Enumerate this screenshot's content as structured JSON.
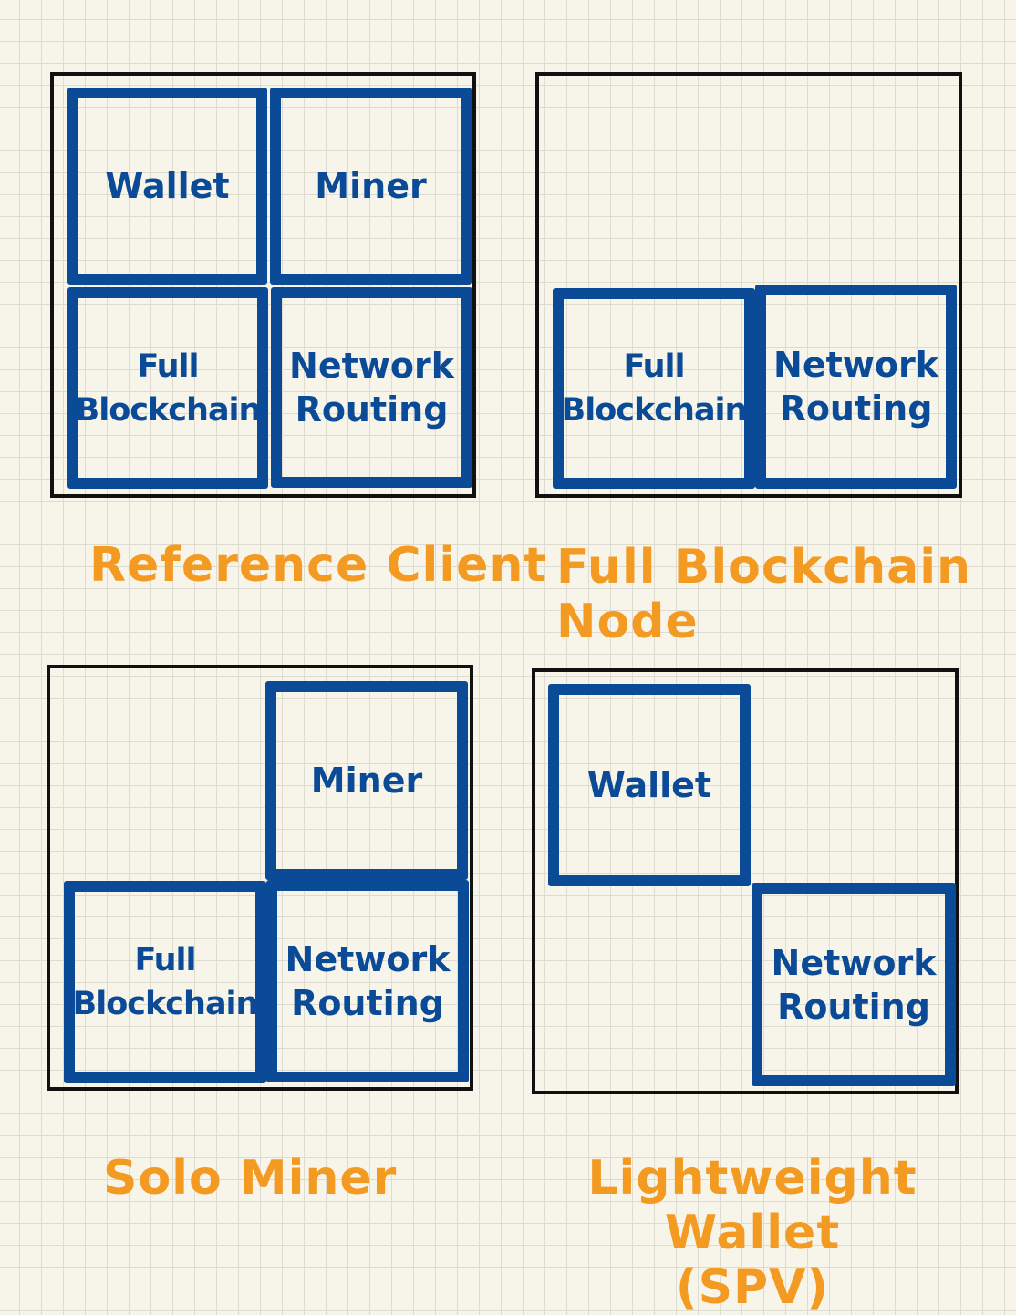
{
  "colors": {
    "component_border": "#0b4a97",
    "component_text": "#0b4a97",
    "panel_border": "#111111",
    "caption_text": "#f39a22",
    "paper": "#f7f5ea",
    "grid": "#dedbd0"
  },
  "panels": {
    "reference_client": {
      "caption": "Reference Client",
      "wallet": "Wallet",
      "miner": "Miner",
      "full_blockchain": "Full\nBlockchain",
      "network_routing": "Network\nRouting"
    },
    "full_blockchain_node": {
      "caption": "Full Blockchain Node",
      "full_blockchain": "Full\nBlockchain",
      "network_routing": "Network\nRouting"
    },
    "solo_miner": {
      "caption": "Solo Miner",
      "miner": "Miner",
      "full_blockchain": "Full\nBlockchain",
      "network_routing": "Network\nRouting"
    },
    "lightweight_wallet": {
      "caption": "Lightweight Wallet\n(SPV)",
      "wallet": "Wallet",
      "network_routing": "Network\nRouting"
    }
  }
}
